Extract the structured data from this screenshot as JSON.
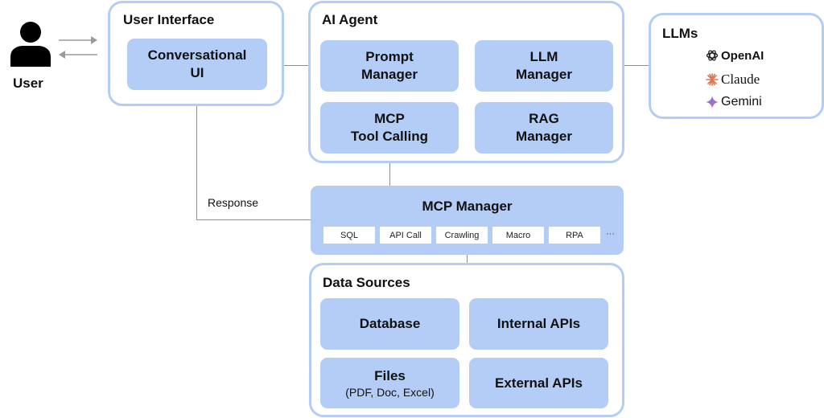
{
  "user": {
    "label": "User",
    "icon": "user-icon"
  },
  "user_interface": {
    "title": "User Interface",
    "conversational_ui": "Conversational\nUI"
  },
  "ai_agent": {
    "title": "AI Agent",
    "components": [
      {
        "line1": "Prompt",
        "line2": "Manager"
      },
      {
        "line1": "LLM",
        "line2": "Manager"
      },
      {
        "line1": "MCP",
        "line2": "Tool Calling"
      },
      {
        "line1": "RAG",
        "line2": "Manager"
      }
    ]
  },
  "llms": {
    "title": "LLMs",
    "providers": [
      {
        "name": "OpenAI",
        "icon": "openai-logo-icon"
      },
      {
        "name": "Claude",
        "icon": "claude-logo-icon",
        "color": "#d97757"
      },
      {
        "name": "Gemini",
        "icon": "gemini-logo-icon"
      }
    ]
  },
  "response_label": "Response",
  "mcp_manager": {
    "title": "MCP Manager",
    "tools": [
      "SQL",
      "API Call",
      "Crawling",
      "Macro",
      "RPA"
    ],
    "more": "···"
  },
  "data_sources": {
    "title": "Data Sources",
    "items": [
      {
        "label": "Database"
      },
      {
        "label": "Internal APIs"
      },
      {
        "label": "Files",
        "sub": "(PDF, Doc, Excel)"
      },
      {
        "label": "External APIs"
      }
    ]
  },
  "colors": {
    "box_fill": "#b3cdf7",
    "group_border": "#b4cdf5",
    "connector": "#8f8f8f"
  }
}
